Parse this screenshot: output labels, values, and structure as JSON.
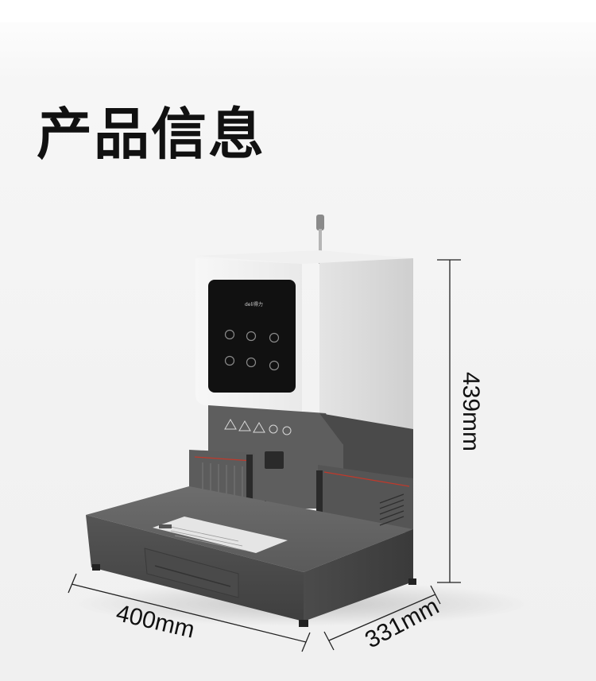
{
  "title": "产品信息",
  "brand": "deli得力",
  "dimensions": {
    "height": "439mm",
    "width": "400mm",
    "depth": "331mm"
  },
  "control_panel": {
    "buttons": [
      {
        "icon": "power-icon"
      },
      {
        "icon": "gear-icon"
      },
      {
        "icon": "temperature-icon"
      },
      {
        "icon": "thermometer-icon"
      },
      {
        "icon": "settings-dial-icon"
      },
      {
        "icon": "timer-icon"
      }
    ]
  },
  "warning_labels": [
    "hot-surface-icon",
    "crush-hazard-icon",
    "caution-icon",
    "no-touch-icon",
    "no-entry-icon"
  ],
  "colors": {
    "body_white": "#f4f4f4",
    "body_grey": "#5a5a5a",
    "panel_black": "#111111",
    "accent_red": "#c0392b"
  }
}
